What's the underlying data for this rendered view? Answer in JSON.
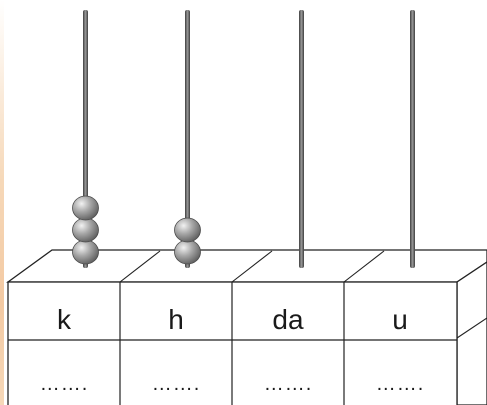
{
  "abacus": {
    "columns": [
      {
        "label": "k",
        "beads": 3,
        "blank": "……."
      },
      {
        "label": "h",
        "beads": 2,
        "blank": "……."
      },
      {
        "label": "da",
        "beads": 0,
        "blank": "……."
      },
      {
        "label": "u",
        "beads": 0,
        "blank": "……."
      }
    ],
    "colors": {
      "rod": "#555555",
      "bead": "#8a8a8a",
      "bead_highlight": "#e6e6e6",
      "box_stroke": "#222222"
    }
  }
}
